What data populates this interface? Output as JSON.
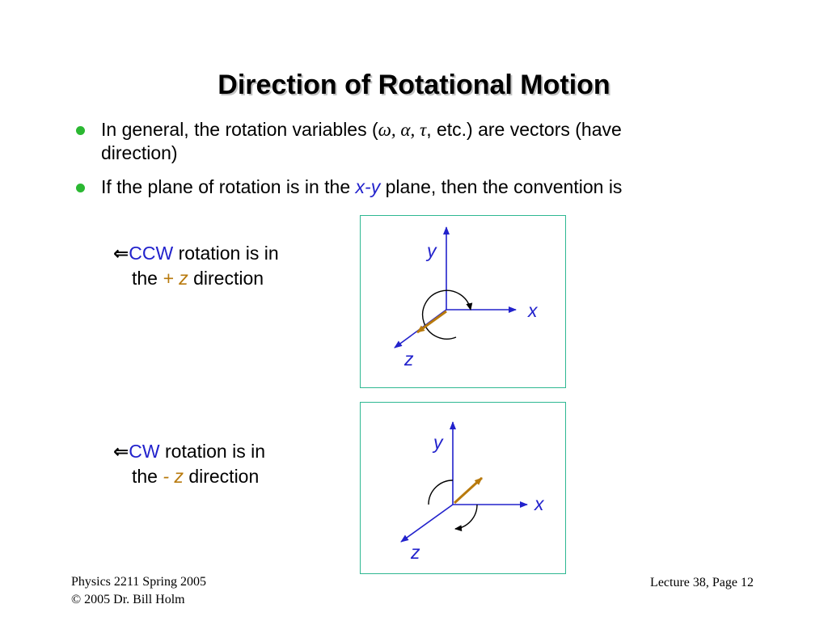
{
  "slide": {
    "title": "Direction of Rotational Motion",
    "bullets": [
      {
        "text_before": "In general, the rotation variables (",
        "symbols": "ω, α, τ",
        "text_after": ", etc.) are vectors (have",
        "text_line2": "direction)"
      },
      {
        "text_before": "If the plane of rotation is in the ",
        "axes": "x-y",
        "text_after": " plane, then the convention is"
      }
    ],
    "rules": [
      {
        "arrow": "⇐",
        "direction": "CCW",
        "text1": " rotation is in",
        "text2_prefix": "the ",
        "sign": "+",
        "axis": "z",
        "text2_suffix": " direction"
      },
      {
        "arrow": "⇐",
        "direction": "CW",
        "text1": " rotation is in",
        "text2_prefix": "the ",
        "sign": "-",
        "axis": "z",
        "text2_suffix": " direction"
      }
    ],
    "diagrams": [
      {
        "x_label": "x",
        "y_label": "y",
        "z_label": "z"
      },
      {
        "x_label": "x",
        "y_label": "y",
        "z_label": "z"
      }
    ],
    "footer": {
      "course": "Physics 2211 Spring 2005",
      "copyright": "© 2005 Dr. Bill Holm",
      "page": "Lecture 38, Page 12"
    },
    "colors": {
      "axis": "#2222cc",
      "vector": "#b87a0d",
      "bullet": "#2bb832",
      "frame": "#2fb892"
    }
  }
}
